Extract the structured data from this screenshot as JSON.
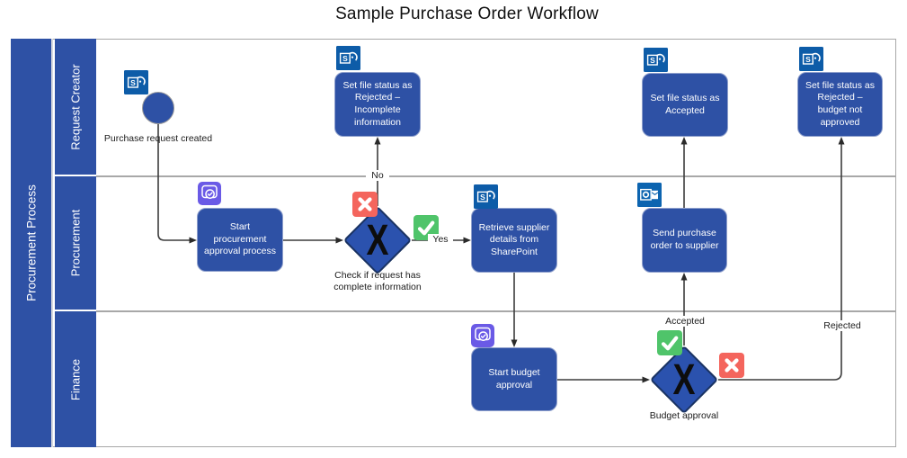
{
  "title": "Sample Purchase Order Workflow",
  "pool": {
    "label": "Procurement Process",
    "lanes": [
      {
        "label": "Request Creator"
      },
      {
        "label": "Procurement"
      },
      {
        "label": "Finance"
      }
    ]
  },
  "nodes": {
    "start_event": {
      "label": "Purchase request created",
      "icon": "sharepoint-icon"
    },
    "set_status_rejected_incomplete": {
      "label": "Set file status as Rejected – Incomplete information",
      "icon": "sharepoint-icon"
    },
    "set_status_accepted": {
      "label": "Set file status as Accepted",
      "icon": "sharepoint-icon"
    },
    "set_status_rejected_budget": {
      "label": "Set file status as Rejected – budget not approved",
      "icon": "sharepoint-icon"
    },
    "start_procurement_approval": {
      "label": "Start procurement approval process",
      "icon": "approvals-icon"
    },
    "gateway_check_complete": {
      "label": "Check if request has complete information",
      "marker": "X"
    },
    "retrieve_supplier_details": {
      "label": "Retrieve supplier details from SharePoint",
      "icon": "sharepoint-icon"
    },
    "send_purchase_order": {
      "label": "Send purchase order to supplier",
      "icon": "outlook-icon"
    },
    "start_budget_approval": {
      "label": "Start budget approval",
      "icon": "approvals-icon"
    },
    "gateway_budget_approval": {
      "label": "Budget approval",
      "marker": "X"
    }
  },
  "edge_labels": {
    "no": "No",
    "yes": "Yes",
    "accepted": "Accepted",
    "rejected": "Rejected"
  },
  "icons": {
    "sharepoint_letter": "S",
    "status_approved": "green-check-icon",
    "status_rejected": "red-x-icon"
  },
  "colors": {
    "shape_blue": "#2e51a5",
    "gateway_border": "#1a3363",
    "approve_green": "#4fc46a",
    "reject_red": "#f4655d",
    "approvals_purple": "#6a5ae6",
    "sharepoint_blue": "#0d5ca8",
    "outlook_blue": "#0c64b0",
    "connector": "#3c3c3c",
    "lane_border": "#a8a8a8"
  }
}
